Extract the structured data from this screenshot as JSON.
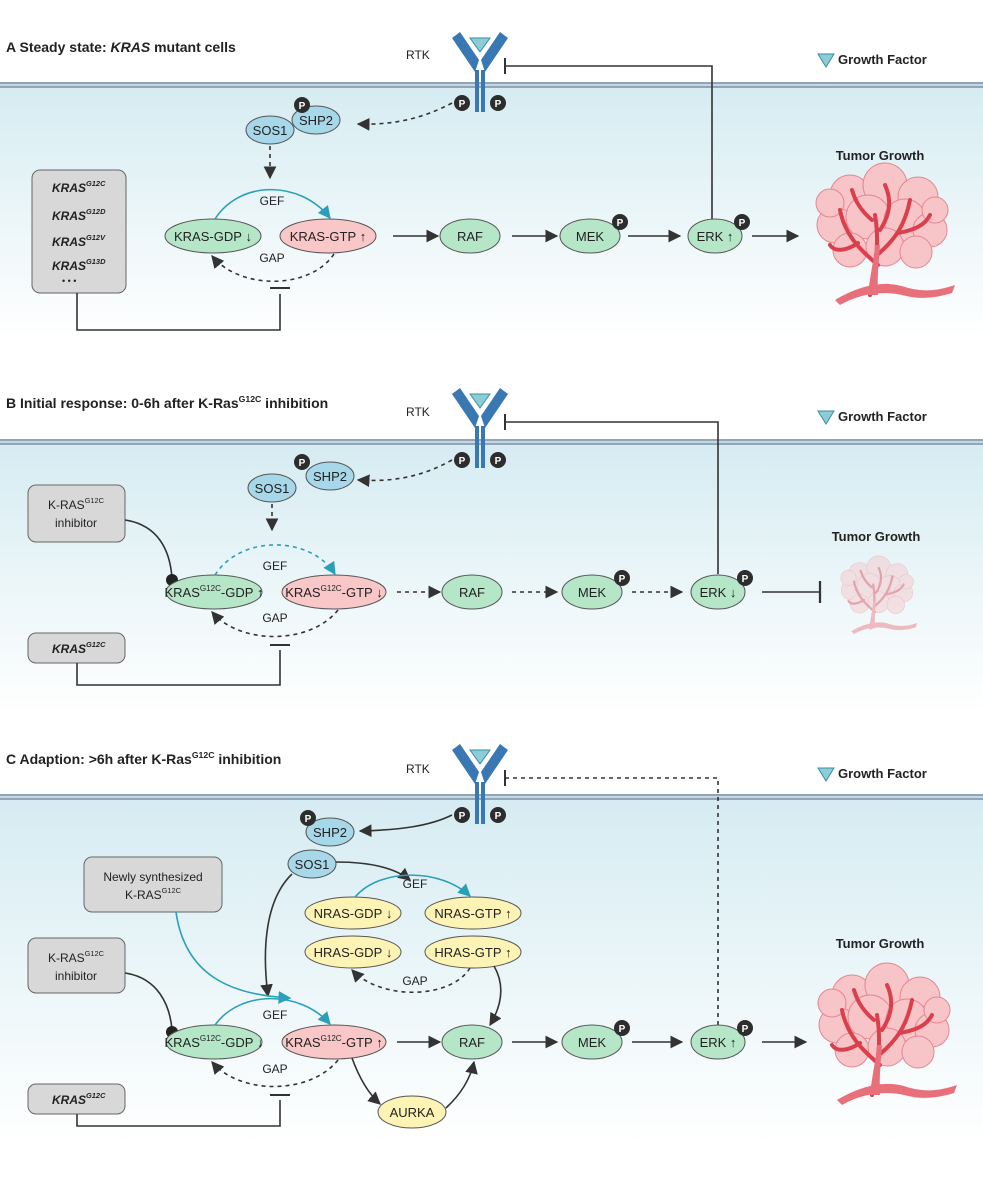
{
  "legend": {
    "growth_factor": "Growth Factor"
  },
  "common": {
    "rtk": "RTK",
    "p": "P",
    "shp2": "SHP2",
    "sos1": "SOS1",
    "gef": "GEF",
    "gap": "GAP",
    "raf": "RAF",
    "mek": "MEK",
    "erk": "ERK",
    "kras": "KRAS",
    "kras_g12c": "K-RAS",
    "ras": "-Ras",
    "inhibitor": "inhibitor",
    "gdp": "-GDP",
    "gtp": "-GTP",
    "tumor_growth": "Tumor Growth",
    "ellipsis": "• • •"
  },
  "superscripts": {
    "g12c": "G12C",
    "g12d": "G12D",
    "g12v": "G12V",
    "g13d": "G13D"
  },
  "panels": [
    {
      "letter": "A",
      "title_pre": "Steady state: ",
      "title_italic": "KRAS",
      "title_post": " mutant cells"
    },
    {
      "letter": "B",
      "title_pre": "Initial response: 0-6h after K",
      "title_post": " inhibition"
    },
    {
      "letter": "C",
      "title_pre": "Adaption: >6h after K",
      "title_post": " inhibition"
    }
  ],
  "panel_c": {
    "newly_line1": "Newly synthesized",
    "newly_line2": "K-RAS",
    "nras_gdp": "NRAS-GDP",
    "nras_gtp": "NRAS-GTP",
    "hras_gdp": "HRAS-GDP",
    "hras_gtp": "HRAS-GTP",
    "aurka": "AURKA"
  },
  "colors": {
    "green_node": "#b5e6c8",
    "pink_node": "#f9c7c7",
    "blue_node": "#a7d8ea",
    "yellow_node": "#fdf3b4",
    "gray_box": "#d8d8d8",
    "teal_arrow": "#2aa0b8",
    "receptor": "#3a78b3",
    "membrane": "#8fa6b8",
    "tumor": "#e8707a"
  }
}
